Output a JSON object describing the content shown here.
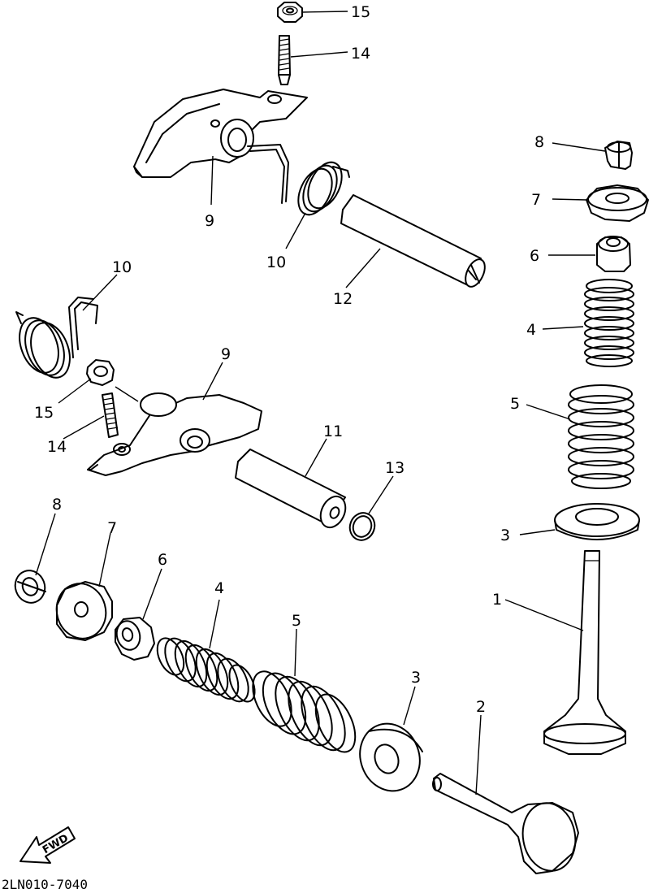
{
  "labels": {
    "p15_top": "15",
    "p14_top": "14",
    "p9_top": "9",
    "p10_top": "10",
    "p12": "12",
    "p10_left": "10",
    "p9_mid": "9",
    "p15_mid": "15",
    "p14_mid": "14",
    "p11": "11",
    "p13": "13",
    "p8_right": "8",
    "p7_right": "7",
    "p6_right": "6",
    "p4_right": "4",
    "p5_right": "5",
    "p3_right": "3",
    "p1": "1",
    "p8_left": "8",
    "p7_left": "7",
    "p6_left": "6",
    "p4_left": "4",
    "p5_left": "5",
    "p3_left": "3",
    "p2": "2"
  },
  "fwd_label": "FWD",
  "diagram_code": "2LN010-7040"
}
